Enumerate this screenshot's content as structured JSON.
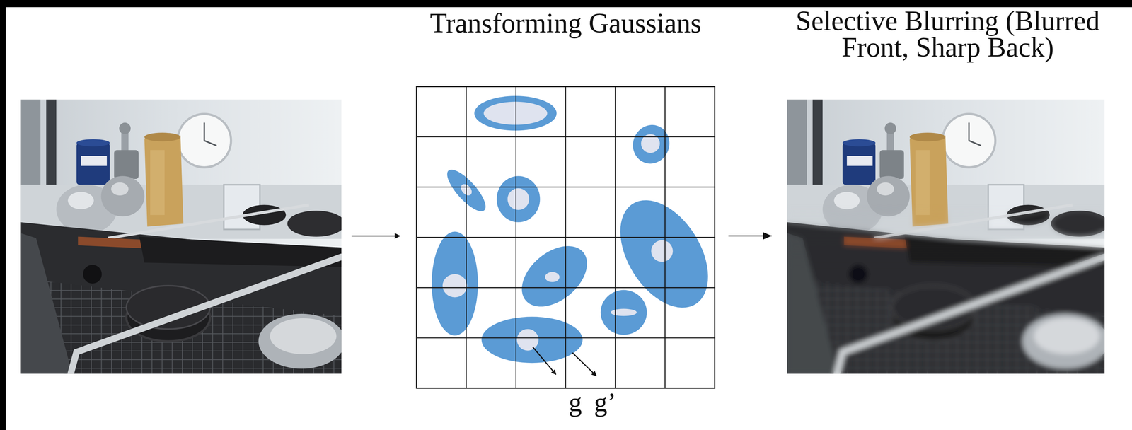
{
  "diagram": {
    "nodes": [
      {
        "text": [
          "Transforming Gaussians"
        ]
      },
      {
        "text": [
          "Selective Blurring (Blurred Front, Sharp Back)"
        ]
      }
    ],
    "edges": [
      {
        "from": 0,
        "to": 1,
        "arrow": "to"
      }
    ],
    "labels": [
      "g",
      "g’"
    ]
  }
}
